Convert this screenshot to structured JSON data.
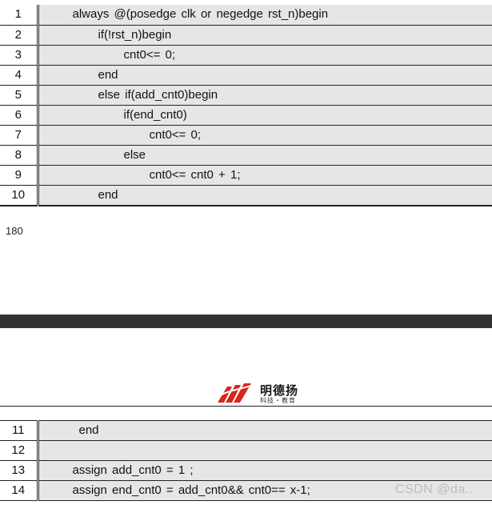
{
  "code_block_top": {
    "lines": [
      {
        "num": "1",
        "indent": 4,
        "text": "always @(posedge clk or negedge rst_n)begin"
      },
      {
        "num": "2",
        "indent": 8,
        "text": "if(!rst_n)begin"
      },
      {
        "num": "3",
        "indent": 12,
        "text": "cnt0<= 0;"
      },
      {
        "num": "4",
        "indent": 8,
        "text": "end"
      },
      {
        "num": "5",
        "indent": 8,
        "text": "else if(add_cnt0)begin"
      },
      {
        "num": "6",
        "indent": 12,
        "text": "if(end_cnt0)"
      },
      {
        "num": "7",
        "indent": 16,
        "text": "cnt0<= 0;"
      },
      {
        "num": "8",
        "indent": 12,
        "text": "else"
      },
      {
        "num": "9",
        "indent": 16,
        "text": "cnt0<= cnt0 + 1;"
      },
      {
        "num": "10",
        "indent": 8,
        "text": "end"
      }
    ]
  },
  "page_number": "180",
  "header": {
    "logo_title": "明德扬",
    "logo_subtitle": "科技・教育",
    "logo_color": "#d7261e"
  },
  "code_block_bottom": {
    "lines": [
      {
        "num": "11",
        "indent": 5,
        "text": "end"
      },
      {
        "num": "12",
        "indent": 0,
        "text": ""
      },
      {
        "num": "13",
        "indent": 4,
        "text": "assign add_cnt0 = 1 ;"
      },
      {
        "num": "14",
        "indent": 4,
        "text": "assign end_cnt0 = add_cnt0&& cnt0== x-1;"
      }
    ]
  },
  "watermark": "CSDN @da.."
}
